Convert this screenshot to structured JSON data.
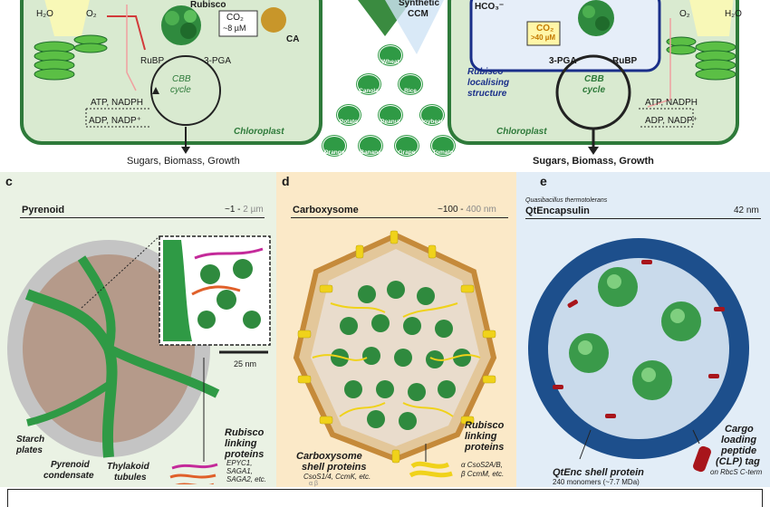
{
  "top": {
    "left": {
      "h2o": "H₂O",
      "o2": "O₂",
      "rubisco": "Rubisco",
      "co2": "CO₂",
      "co2_conc": "~8 µM",
      "ca": "CA",
      "rubp": "RuBP",
      "pga": "3-PGA",
      "cbb": "CBB",
      "cycle": "cycle",
      "atp": "ATP, NADPH",
      "adp": "ADP, NADP⁺",
      "chloroplast": "Chloroplast",
      "output": "Sugars, Biomass, Growth"
    },
    "middle": {
      "synthetic": "Synthetic",
      "ccm": "CCM",
      "crops": [
        "Wheat",
        "Canola",
        "Rice",
        "Potato",
        "Peanut",
        "Soybean",
        "Orange",
        "Banana",
        "Grape",
        "Tomato"
      ]
    },
    "right": {
      "hco3": "HCO₃⁻",
      "co2": "CO₂",
      "co2_conc": ">40 µM",
      "pga": "3-PGA",
      "rubp": "RuBP",
      "loc1": "Rubisco",
      "loc2": "localising",
      "loc3": "structure",
      "cbb": "CBB",
      "cycle": "cycle",
      "o2": "O₂",
      "h2o": "H₂O",
      "atp": "ATP, NADPH",
      "adp": "ADP, NADP⁺",
      "chloroplast": "Chloroplast",
      "output": "Sugars, Biomass, Growth"
    }
  },
  "panel_c": {
    "letter": "c",
    "title": "Pyrenoid",
    "scale_a": "~1 - ",
    "scale_b": "2 µm",
    "scalebar": "25 nm",
    "starch1": "Starch",
    "starch2": "plates",
    "condensate1": "Pyrenoid",
    "condensate2": "condensate",
    "thylakoid1": "Thylakoid",
    "thylakoid2": "tubules",
    "linking1": "Rubisco",
    "linking2": "linking",
    "linking3": "proteins",
    "genes1": "EPYC1,",
    "genes2": "SAGA1,",
    "genes3": "SAGA2, etc."
  },
  "panel_d": {
    "letter": "d",
    "title": "Carboxysome",
    "scale_a": "~100 - ",
    "scale_b": "400 nm",
    "shell1": "Carboxysome",
    "shell2": "shell proteins",
    "shell_genes": "CsoS1/4,  CcmK, etc.",
    "shell_ab": "α                      β",
    "linking1": "Rubisco",
    "linking2": "linking",
    "linking3": "proteins",
    "genes1": "α CsoS2A/B,",
    "genes2": "β CcmM, etc."
  },
  "panel_e": {
    "letter": "e",
    "species": "Quasibacillus thermotolerans",
    "title": "QtEncapsulin",
    "scale": "42 nm",
    "shell1": "QtEnc shell protein",
    "shell2": "240 monomers (~7.7 MDa)",
    "cargo1": "Cargo",
    "cargo2": "loading",
    "cargo3": "peptide",
    "cargo4": "(CLP) tag",
    "cargo5": "on RbcS C-term"
  },
  "colors": {
    "chloroplast_fill": "#d9ead0",
    "chloroplast_border": "#2e7a3a",
    "rubisco_green": "#2f8a3e",
    "panel_c_bg": "#eaf2e4",
    "panel_d_bg": "#fbe9c8",
    "panel_e_bg": "#e2edf7",
    "shell_blue": "#1d4f8c",
    "yellow_linker": "#f0d21a"
  }
}
